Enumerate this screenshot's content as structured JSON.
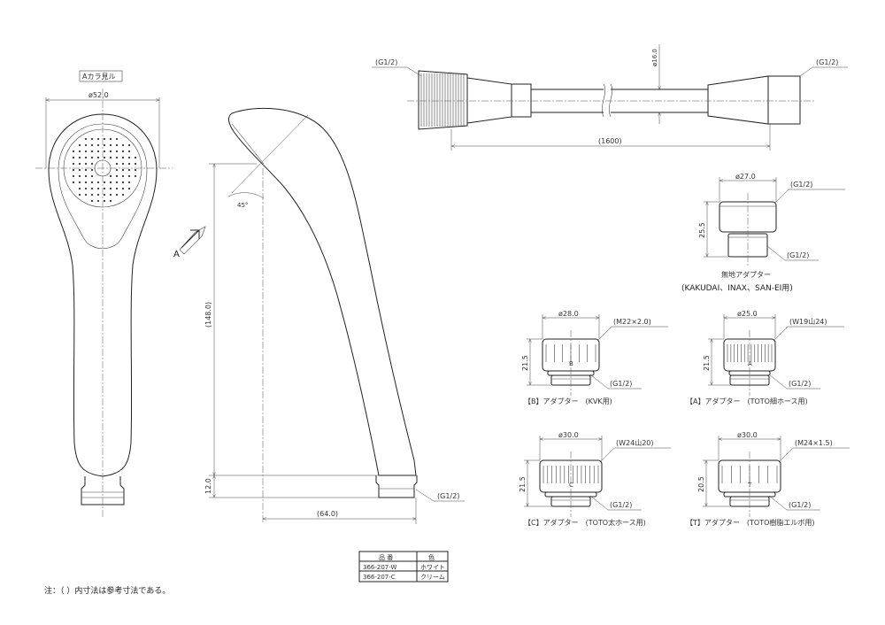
{
  "front_view": {
    "view_label": "Aカラ見ル",
    "diameter": "ø52.0"
  },
  "side_view": {
    "arrow_label": "A",
    "angle": "45°",
    "height": "(148.0)",
    "bottom_height": "12.0",
    "width": "(64.0)",
    "thread": "(G1/2)"
  },
  "hose": {
    "left_thread": "(G1/2)",
    "right_thread": "(G1/2)",
    "diameter": "ø16.0",
    "length": "(1600)"
  },
  "adapters": [
    {
      "id": "none",
      "diameter": "ø27.0",
      "top_thread": "(G1/2)",
      "bottom_thread": "(G1/2)",
      "height": "25.5",
      "caption": "無地アダプター",
      "caption2": "(KAKUDAI、INAX、SAN-EI用)"
    },
    {
      "id": "B",
      "diameter": "ø28.0",
      "top_thread": "(M22×2.0)",
      "bottom_thread": "(G1/2)",
      "height": "21.5",
      "mark": "B",
      "caption": "【B】アダプター　(KVK用)"
    },
    {
      "id": "A",
      "diameter": "ø25.0",
      "top_thread": "(W19山24)",
      "bottom_thread": "(G1/2)",
      "height": "21.5",
      "mark": "A",
      "caption": "【A】アダプター　(TOTO細ホース用)"
    },
    {
      "id": "C",
      "diameter": "ø30.0",
      "top_thread": "(W24山20)",
      "bottom_thread": "(G1/2)",
      "height": "21.5",
      "mark": "C",
      "caption": "【C】アダプター　(TOTO太ホース用)"
    },
    {
      "id": "T",
      "diameter": "ø30.0",
      "top_thread": "(M24×1.5)",
      "bottom_thread": "(G1/2)",
      "height": "20.5",
      "mark": "T",
      "caption": "【T】アダプター　(TOTO樹脂エルボ用)"
    }
  ],
  "product_table": {
    "headers": [
      "品 番",
      "色"
    ],
    "rows": [
      [
        "366-207-W",
        "ホワイト"
      ],
      [
        "366-207-C",
        "クリーム"
      ]
    ]
  },
  "note": "注：（ ）内寸法は参考寸法である。"
}
